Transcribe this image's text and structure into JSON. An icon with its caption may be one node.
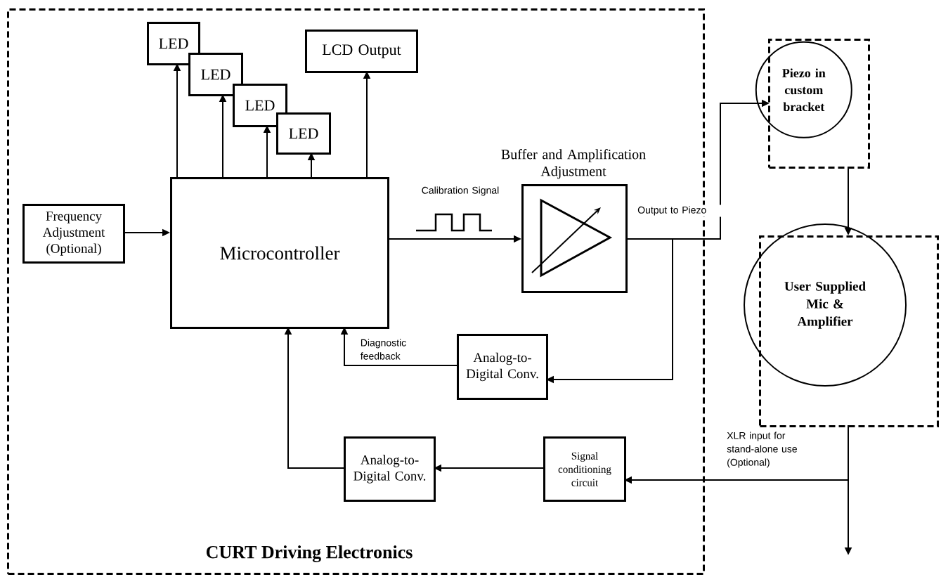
{
  "diagram": {
    "nodes": [
      {
        "text": [
          "CURT Driving Electronics"
        ]
      },
      {
        "text": [
          "LED"
        ],
        "in": 0
      },
      {
        "text": [
          "LED"
        ],
        "in": 0
      },
      {
        "text": [
          "LED"
        ],
        "in": 0
      },
      {
        "text": [
          "LED"
        ],
        "in": 0
      },
      {
        "text": [
          "LCD Output"
        ],
        "in": 0
      },
      {
        "text": [
          "Frequency Adjustment (Optional)"
        ],
        "in": 0
      },
      {
        "text": [
          "Microcontroller"
        ],
        "in": 0
      },
      {
        "text": [
          "Buffer and Amplification Adjustment"
        ],
        "in": 0
      },
      {
        "text": [
          "Analog-to-Digital Conv."
        ],
        "in": 0
      },
      {
        "text": [
          "Analog-to-Digital Conv."
        ],
        "in": 0
      },
      {
        "text": [
          "Signal conditioning circuit"
        ],
        "in": 0
      },
      {
        "text": [],
        "shape": "box"
      },
      {
        "text": [
          "Piezo in custom bracket"
        ],
        "in": 12
      },
      {
        "text": [],
        "shape": "box"
      },
      {
        "text": [
          "User Supplied Mic & Amplifier"
        ],
        "in": 14
      }
    ],
    "edges": [
      {
        "from": 6,
        "to": 7,
        "arrow": "to"
      },
      {
        "from": 7,
        "to": 1,
        "arrow": "to"
      },
      {
        "from": 7,
        "to": 2,
        "arrow": "to"
      },
      {
        "from": 7,
        "to": 3,
        "arrow": "to"
      },
      {
        "from": 7,
        "to": 4,
        "arrow": "to"
      },
      {
        "from": 7,
        "to": 5,
        "arrow": "to"
      },
      {
        "from": 7,
        "to": 8,
        "arrow": "to",
        "label": "Calibration Signal"
      },
      {
        "from": 8,
        "to": 13,
        "arrow": "to",
        "label": "Output to Piezo"
      },
      {
        "from": 8,
        "to": 9,
        "arrow": "to"
      },
      {
        "from": 9,
        "to": 7,
        "arrow": "to",
        "label": "Diagnostic feedback"
      },
      {
        "from": 14,
        "to": 11,
        "arrow": "to",
        "label": "XLR input for stand-alone use (Optional)"
      },
      {
        "from": 14,
        "to": null,
        "arrow": "to"
      },
      {
        "from": 12,
        "to": 14,
        "arrow": "to"
      },
      {
        "from": 11,
        "to": 10,
        "arrow": "to"
      },
      {
        "from": 10,
        "to": 7,
        "arrow": "to"
      }
    ]
  }
}
